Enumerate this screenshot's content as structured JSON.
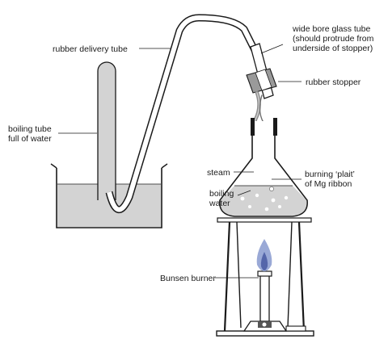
{
  "labels": {
    "rubber_delivery_tube": "rubber delivery tube",
    "wide_bore_1": "wide bore glass tube",
    "wide_bore_2": "(should protrude from",
    "wide_bore_3": "underside of stopper)",
    "rubber_stopper": "rubber stopper",
    "boiling_tube_1": "boiling tube",
    "boiling_tube_2": "full of water",
    "steam": "steam",
    "boiling_1": "boiling",
    "boiling_2": "water",
    "burning_plait_1": "burning ‘plait’",
    "burning_plait_2": "of Mg ribbon",
    "bunsen_burner": "Bunsen burner"
  },
  "colors": {
    "line": "#1a1a1a",
    "water": "#d3d3d3",
    "glass_fill": "#e2e2e2",
    "stopper": "#9a9a9a",
    "flame_outer": "#9aa9d6",
    "flame_inner": "#5566aa"
  }
}
